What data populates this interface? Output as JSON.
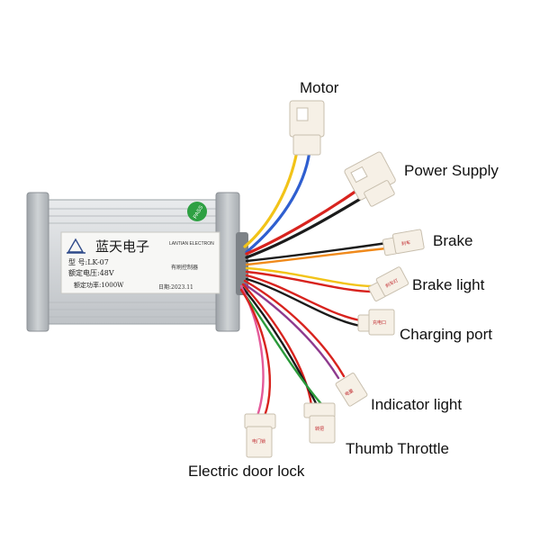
{
  "labels": {
    "motor": "Motor",
    "power_supply": "Power Supply",
    "brake": "Brake",
    "brake_light": "Brake light",
    "charging_port": "Charging port",
    "indicator_light": "Indicator light",
    "thumb_throttle": "Thumb Throttle",
    "door_lock": "Electric door lock"
  },
  "controller": {
    "brand": "蓝天电子",
    "brand_en": "LANTIAN ELECTRON",
    "model": "型 号:LK-07",
    "voltage": "额定电压:48V",
    "power": "额定功率:1000W",
    "type": "有刷控制器",
    "date": "日期:2023.11",
    "pass_sticker": "PASS"
  },
  "colors": {
    "wire_yellow": "#f2c318",
    "wire_blue": "#2f5fd0",
    "wire_red": "#d8231e",
    "wire_black": "#1b1b1b",
    "wire_orange": "#f08a1c",
    "wire_green": "#2a9a3a",
    "wire_pink": "#e45a9a",
    "wire_purple": "#8e3a8e",
    "connector": "#f6f0e6",
    "sticker_green": "#2ea043"
  }
}
